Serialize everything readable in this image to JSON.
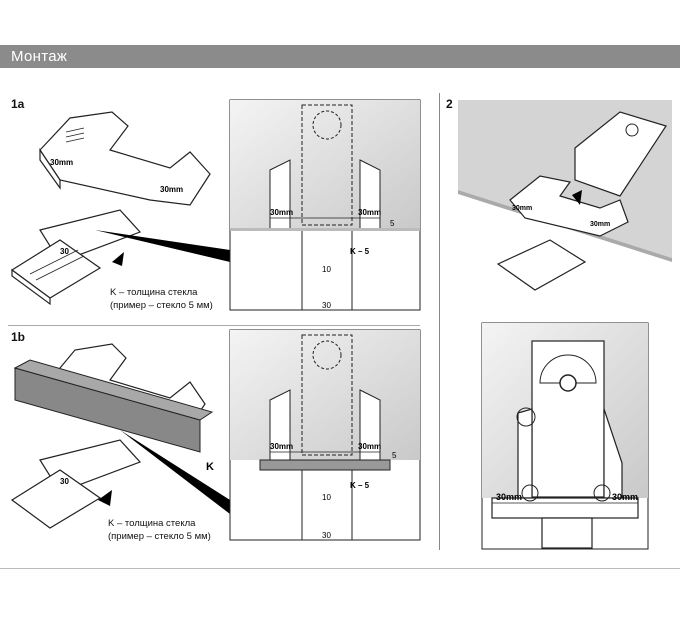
{
  "header": {
    "title": "Монтаж"
  },
  "sections": {
    "s1a": {
      "label": "1a"
    },
    "s1b": {
      "label": "1b"
    },
    "s2": {
      "label": "2"
    }
  },
  "captions": {
    "c1a_line1": "K – толщина стекла",
    "c1a_line2": "(пример – стекло 5 мм)",
    "c1b_line1": "K – толщина стекла",
    "c1b_line2": "(пример – стекло 5 мм)"
  },
  "diagram_labels": {
    "dim_30mm": "30mm",
    "dim_5": "5",
    "k5": "K – 5",
    "k": "K",
    "scale_10": "10",
    "scale_30": "30"
  }
}
